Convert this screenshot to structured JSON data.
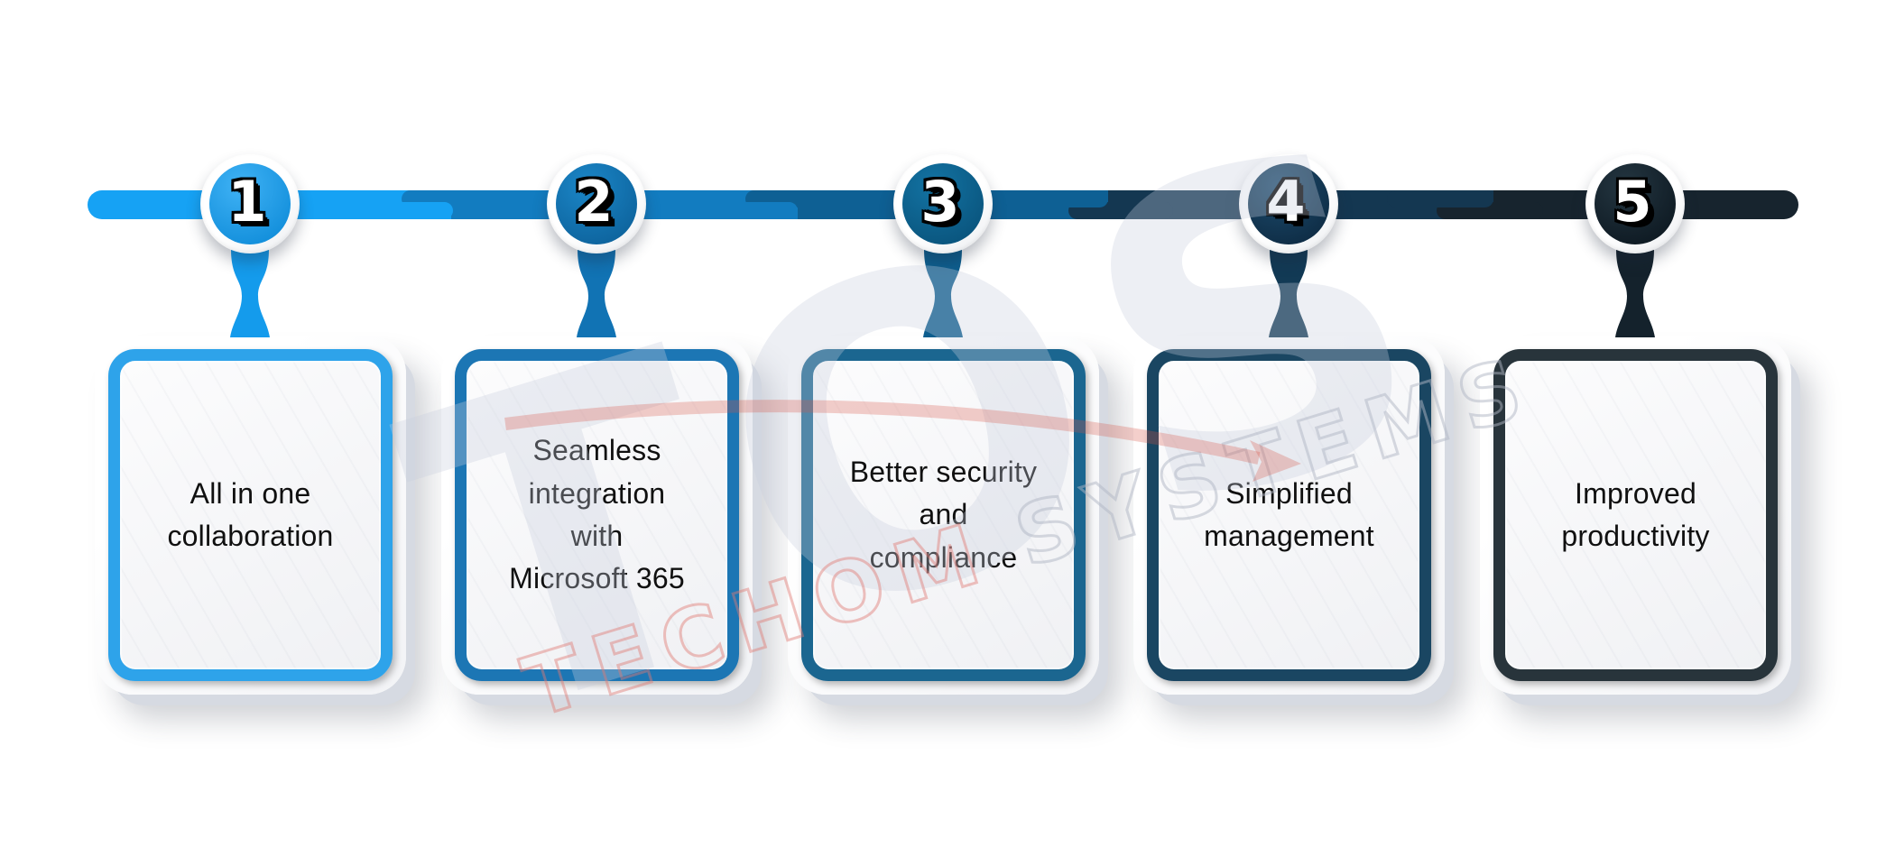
{
  "steps": [
    {
      "number": "1",
      "label": "All in one collaboration",
      "lines": [
        "All in one",
        "collaboration"
      ],
      "colors": {
        "center": "#3FB2F5",
        "edge": "#1490DC",
        "connector": "#149BEC",
        "border": "#2EA3EA"
      }
    },
    {
      "number": "2",
      "label": "Seamless integration with Microsoft 365",
      "lines": [
        "Seamless",
        "integration",
        "with",
        "Microsoft 365"
      ],
      "colors": {
        "center": "#1B86C7",
        "edge": "#0E659F",
        "connector": "#1173B4",
        "border": "#1C76B4"
      }
    },
    {
      "number": "3",
      "label": "Better security and compliance",
      "lines": [
        "Better security",
        "and",
        "compliance"
      ],
      "colors": {
        "center": "#1373A3",
        "edge": "#0A567F",
        "connector": "#0D5E8E",
        "border": "#1B6690"
      }
    },
    {
      "number": "4",
      "label": "Simplified management",
      "lines": [
        "Simplified",
        "management"
      ],
      "colors": {
        "center": "#1D4C6E",
        "edge": "#0F2E47",
        "connector": "#123A55",
        "border": "#1A4662"
      }
    },
    {
      "number": "5",
      "label": "Improved productivity",
      "lines": [
        "Improved",
        "productivity"
      ],
      "colors": {
        "center": "#243641",
        "edge": "#0F1B24",
        "connector": "#14222C",
        "border": "#28343B"
      }
    }
  ],
  "timeline": {
    "segment_colors": [
      "#16A2F4",
      "#127CC0",
      "#0E6094",
      "#143751",
      "#17242E"
    ]
  },
  "watermark": {
    "logo": "TOS",
    "word1": "TECHOM",
    "word2": "SYSTEMS",
    "logo_color": "rgba(200,206,220,0.32)",
    "word1_color": "rgba(224,122,116,0.45)",
    "word2_color": "rgba(175,181,196,0.50)",
    "swoosh_color": "rgba(214,84,70,0.28)"
  }
}
